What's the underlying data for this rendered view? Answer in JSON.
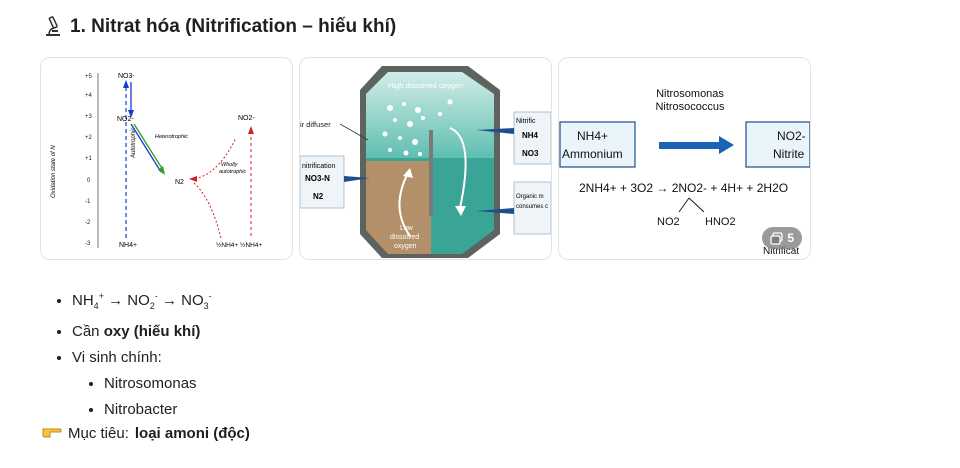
{
  "heading": {
    "text": "1. Nitrat hóa (Nitrification – hiếu khí)",
    "icon": "microscope-icon"
  },
  "gallery": {
    "count": "5",
    "image1": {
      "yaxis_label": "Oxidation state of N",
      "ticks": [
        "+5",
        "+4",
        "+3",
        "+2",
        "+1",
        "0",
        "-1",
        "-2",
        "-3"
      ],
      "no3": "NO3-",
      "no2": "NO2-",
      "no2_right": "NO2-",
      "n2": "N2",
      "nh4": "NH4+",
      "half_nh4": "½NH4+ ½NH4+",
      "autotrophic": "Autotrophic",
      "heterotrophic": "Heterotrophic",
      "wholly": "Wholly",
      "autotrophic2": "autotrophic"
    },
    "image2": {
      "high_oxygen": "High dissolved oxygen",
      "air_diffuser": "ir diffuser",
      "denit_title": "nitrification",
      "denit_line1": "NO3-N",
      "denit_line2": "N2",
      "nitrif_title": "Nitrific",
      "nitrif_line1": "NH4",
      "nitrif_line2": "NO3",
      "organic1": "Organic m",
      "organic2": "consumes c",
      "low1": "Low",
      "low2": "dissolved",
      "low3": "oxygen"
    },
    "image3": {
      "bacteria1": "Nitrosomonas",
      "bacteria2": "Nitrosococcus",
      "left_box1": "NH4+",
      "left_box2": "Ammonium",
      "right_box1": "NO2-",
      "right_box2": "Nitrite",
      "equation": "2NH4+ + 3O2 → 2NO2- + 4H+ + 2H2O",
      "branch1": "NO2",
      "branch2": "HNO2",
      "cut_label": "Nitrificat"
    }
  },
  "list": {
    "item1_prefix": "NH",
    "item1_s1": "4",
    "item1_p1": "+",
    "item1_arrow1": " → NO",
    "item1_s2": "2",
    "item1_p2": "-",
    "item1_arrow2": " → NO",
    "item1_s3": "3",
    "item1_p3": "-",
    "item2_prefix": "Cần ",
    "item2_bold": "oxy (hiếu khí)",
    "item3": "Vi sinh chính:",
    "sub1": "Nitrosomonas",
    "sub2": "Nitrobacter"
  },
  "goal": {
    "icon": "pointing-hand-icon",
    "label": "Mục tiêu: ",
    "bold": "loại amoni (độc)"
  }
}
